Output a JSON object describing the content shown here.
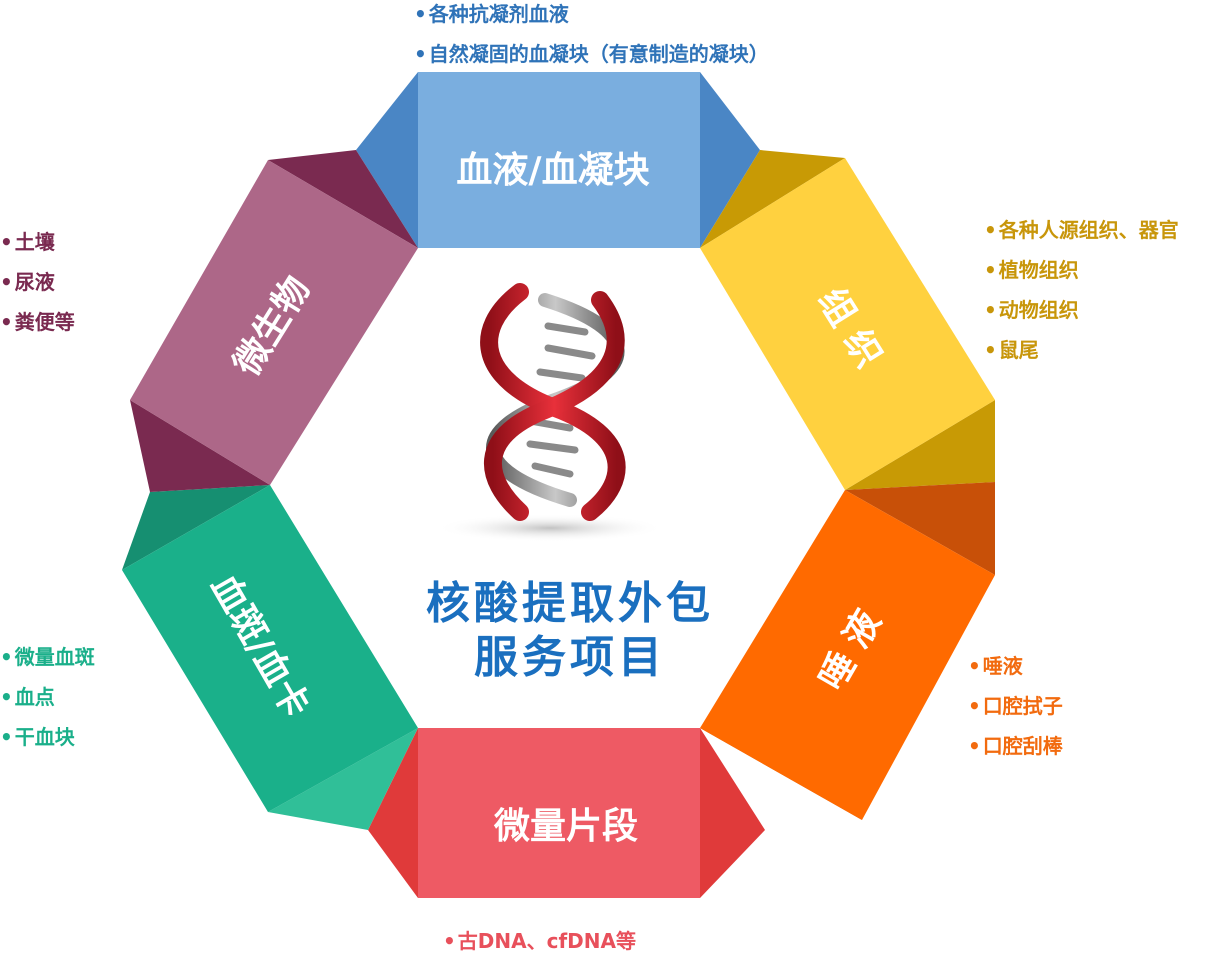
{
  "center": {
    "title_line1": "核酸提取外包",
    "title_line2": "服务项目"
  },
  "colors": {
    "blood": "#5b9bd5",
    "tissue": "#f2b705",
    "saliva": "#f26b0f",
    "fragment": "#e8505b",
    "spot": "#1aaf8a",
    "microbe": "#9e4f7e",
    "center_title": "#1a6fbf",
    "dna_red": "#c8202c",
    "dna_gray": "#8a8a8a"
  },
  "panels": {
    "blood": {
      "label": "血液/血凝块"
    },
    "tissue": {
      "label": "组 织"
    },
    "saliva": {
      "label": "唾 液"
    },
    "fragment": {
      "label": "微量片段"
    },
    "spot": {
      "label": "血斑/血卡"
    },
    "microbe": {
      "label": "微生物"
    }
  },
  "bullets": {
    "blood": [
      "各种抗凝剂血液",
      "自然凝固的血凝块（有意制造的凝块）"
    ],
    "tissue": [
      "各种人源组织、器官",
      "植物组织",
      "动物组织",
      "鼠尾"
    ],
    "saliva": [
      "唾液",
      "口腔拭子",
      "口腔刮棒"
    ],
    "fragment": [
      "古DNA、cfDNA等"
    ],
    "spot": [
      "微量血斑",
      "血点",
      "干血块"
    ],
    "microbe": [
      "土壤",
      "尿液",
      "粪便等"
    ]
  },
  "icons": {
    "center": "dna-double-helix-icon"
  }
}
